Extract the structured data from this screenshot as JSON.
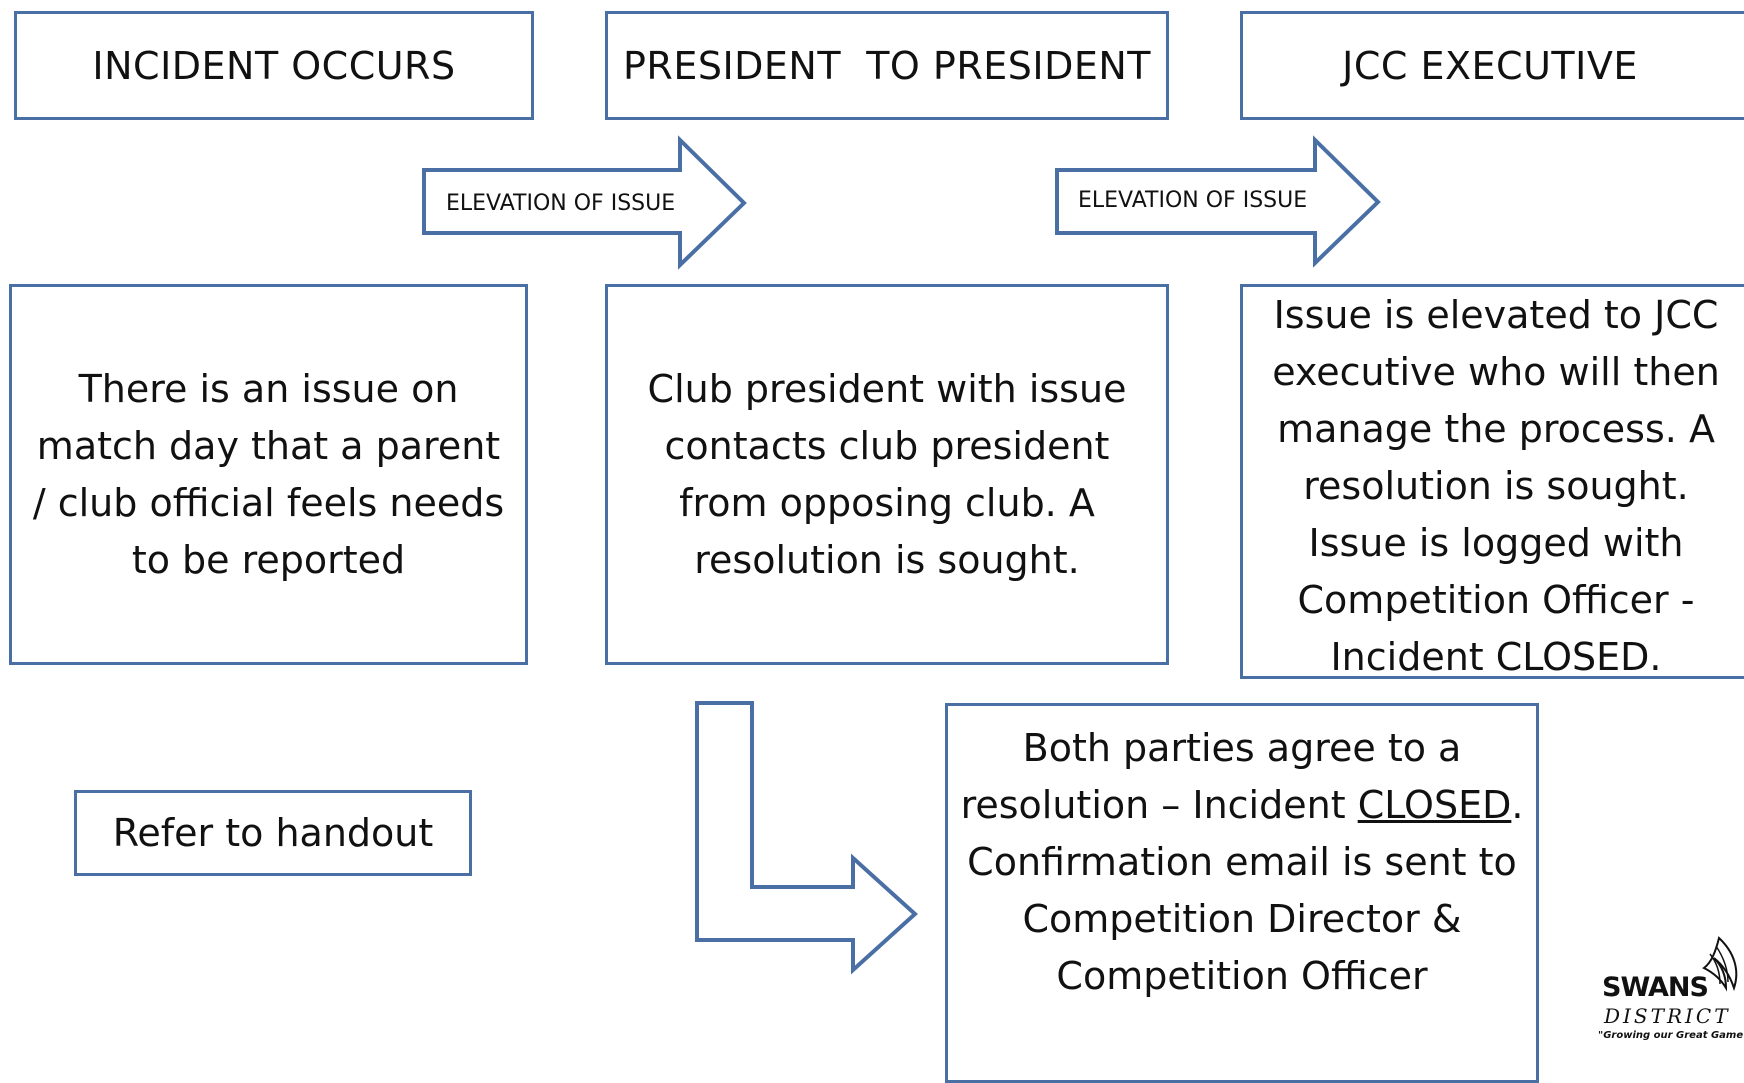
{
  "headers": {
    "incident": "INCIDENT OCCURS",
    "president": "PRESIDENT  TO PRESIDENT",
    "jcc": "JCC EXECUTIVE"
  },
  "arrows": {
    "elevation_1": "ELEVATION OF ISSUE",
    "elevation_2": "ELEVATION OF ISSUE"
  },
  "steps": {
    "incident_text": "There is an issue on match day that a parent / club official feels needs to be reported",
    "president_text": "Club president with issue contacts club president from opposing club. A resolution is sought.",
    "jcc_text": "Issue is elevated to JCC executive who will then manage the process. A resolution is sought. Issue is logged with Competition Officer - Incident CLOSED.",
    "agreement_text_1": "Both parties agree to a resolution – Incident",
    "agreement_closed": "CLOSED",
    "agreement_text_2": ". Confirmation email is sent to Competition Director & Competition Officer"
  },
  "handout": "Refer to handout",
  "logo": {
    "word": "SWANS",
    "sub": "DISTRICT",
    "tagline": "\"Growing our Great Game\""
  },
  "colors": {
    "border": "#4a6fa5",
    "text": "#111111"
  }
}
